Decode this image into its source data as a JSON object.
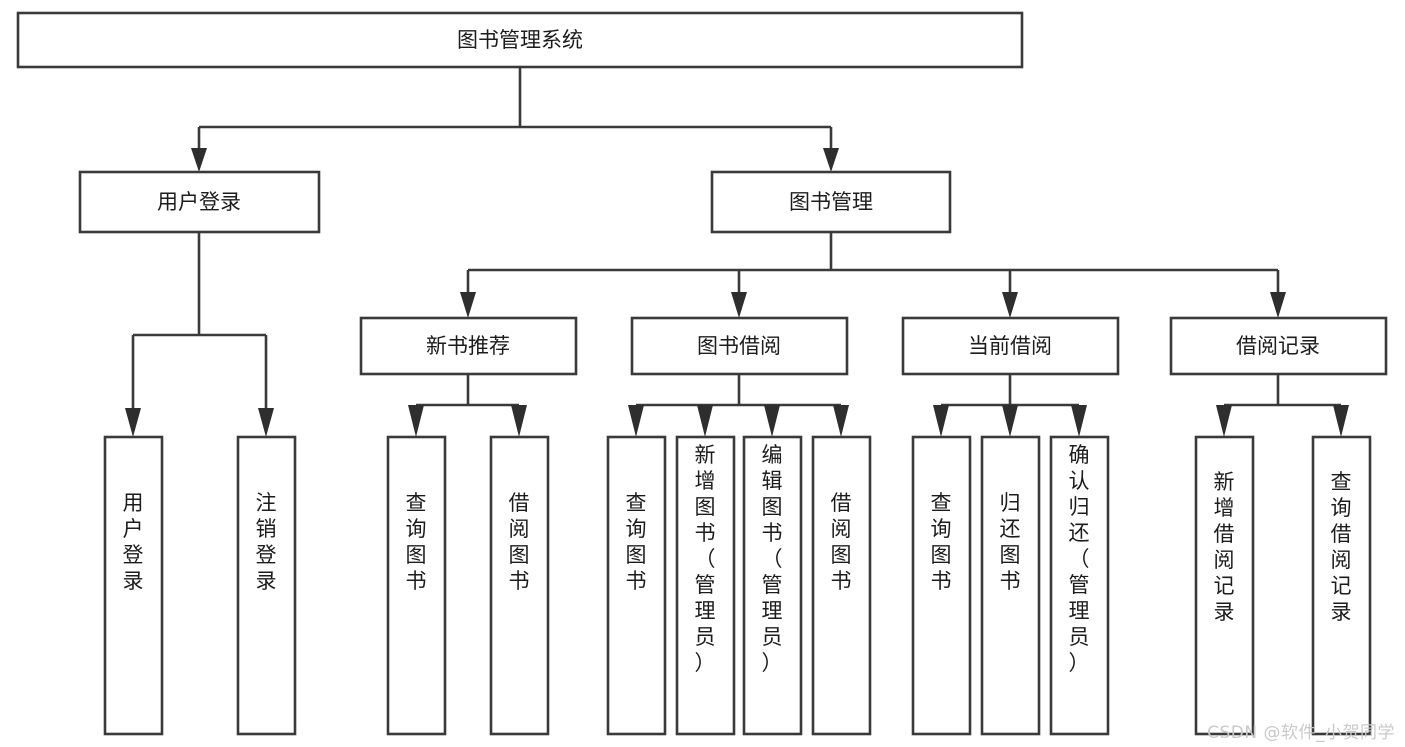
{
  "diagram": {
    "title": "图书管理系统",
    "type": "hierarchy-tree",
    "root": {
      "id": "root",
      "label": "图书管理系统",
      "orientation": "horizontal"
    },
    "level2": [
      {
        "id": "user-login",
        "label": "用户登录",
        "orientation": "horizontal"
      },
      {
        "id": "book-manage",
        "label": "图书管理",
        "orientation": "horizontal"
      }
    ],
    "level3": [
      {
        "id": "new-book-recommend",
        "label": "新书推荐",
        "orientation": "horizontal"
      },
      {
        "id": "book-borrow",
        "label": "图书借阅",
        "orientation": "horizontal"
      },
      {
        "id": "current-borrow",
        "label": "当前借阅",
        "orientation": "horizontal"
      },
      {
        "id": "borrow-record",
        "label": "借阅记录",
        "orientation": "horizontal"
      }
    ],
    "leaves": {
      "user_login": [
        {
          "id": "leaf-user-login",
          "label": "用户登录",
          "orientation": "vertical"
        },
        {
          "id": "leaf-logout-login",
          "label": "注销登录",
          "orientation": "vertical"
        }
      ],
      "new_book_recommend": [
        {
          "id": "leaf-query-book-1",
          "label": "查询图书",
          "orientation": "vertical"
        },
        {
          "id": "leaf-borrow-book-1",
          "label": "借阅图书",
          "orientation": "vertical"
        }
      ],
      "book_borrow": [
        {
          "id": "leaf-query-book-2",
          "label": "查询图书",
          "orientation": "vertical"
        },
        {
          "id": "leaf-add-book-admin",
          "label": "新增图书（管理员）",
          "orientation": "vertical"
        },
        {
          "id": "leaf-edit-book-admin",
          "label": "编辑图书（管理员）",
          "orientation": "vertical"
        },
        {
          "id": "leaf-borrow-book-2",
          "label": "借阅图书",
          "orientation": "vertical"
        }
      ],
      "current_borrow": [
        {
          "id": "leaf-query-book-3",
          "label": "查询图书",
          "orientation": "vertical"
        },
        {
          "id": "leaf-return-book",
          "label": "归还图书",
          "orientation": "vertical"
        },
        {
          "id": "leaf-confirm-return-admin",
          "label": "确认归还（管理员）",
          "orientation": "vertical"
        }
      ],
      "borrow_record": [
        {
          "id": "leaf-add-borrow-record",
          "label": "新增借阅记录",
          "orientation": "vertical"
        },
        {
          "id": "leaf-query-borrow-record",
          "label": "查询借阅记录",
          "orientation": "vertical"
        }
      ]
    },
    "colors": {
      "box_stroke": "#3a3a3a",
      "box_fill": "#ffffff",
      "connector": "#3a3a3a",
      "text": "#1c1c1c",
      "background": "#ffffff",
      "watermark": "#c9c9c9"
    }
  },
  "watermark": {
    "label": "CSDN @软件_小贺同学"
  }
}
